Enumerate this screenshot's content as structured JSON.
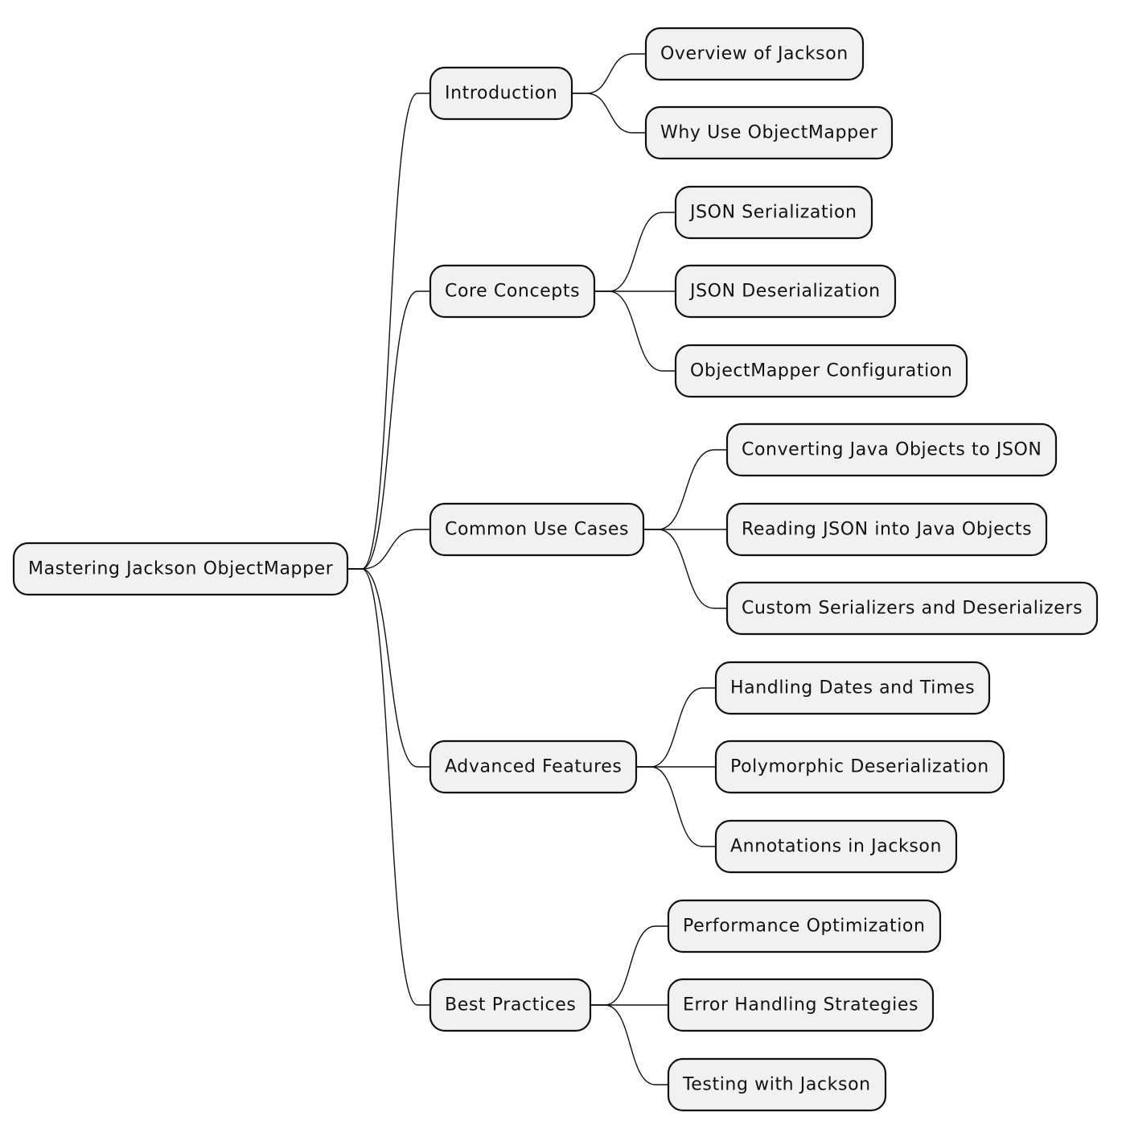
{
  "mindmap": {
    "root": {
      "id": "root",
      "label": "Mastering Jackson ObjectMapper",
      "children": [
        {
          "id": "intro",
          "label": "Introduction",
          "children": [
            {
              "id": "intro-overview",
              "label": "Overview of Jackson"
            },
            {
              "id": "intro-why",
              "label": "Why Use ObjectMapper"
            }
          ]
        },
        {
          "id": "core",
          "label": "Core Concepts",
          "children": [
            {
              "id": "core-ser",
              "label": "JSON Serialization"
            },
            {
              "id": "core-deser",
              "label": "JSON Deserialization"
            },
            {
              "id": "core-config",
              "label": "ObjectMapper Configuration"
            }
          ]
        },
        {
          "id": "common",
          "label": "Common Use Cases",
          "children": [
            {
              "id": "common-convert",
              "label": "Converting Java Objects to JSON"
            },
            {
              "id": "common-read",
              "label": "Reading JSON into Java Objects"
            },
            {
              "id": "common-custom",
              "label": "Custom Serializers and Deserializers"
            }
          ]
        },
        {
          "id": "advanced",
          "label": "Advanced Features",
          "children": [
            {
              "id": "adv-dates",
              "label": "Handling Dates and Times"
            },
            {
              "id": "adv-poly",
              "label": "Polymorphic Deserialization"
            },
            {
              "id": "adv-annot",
              "label": "Annotations in Jackson"
            }
          ]
        },
        {
          "id": "best",
          "label": "Best Practices",
          "children": [
            {
              "id": "best-perf",
              "label": "Performance Optimization"
            },
            {
              "id": "best-error",
              "label": "Error Handling Strategies"
            },
            {
              "id": "best-test",
              "label": "Testing with Jackson"
            }
          ]
        }
      ]
    }
  }
}
